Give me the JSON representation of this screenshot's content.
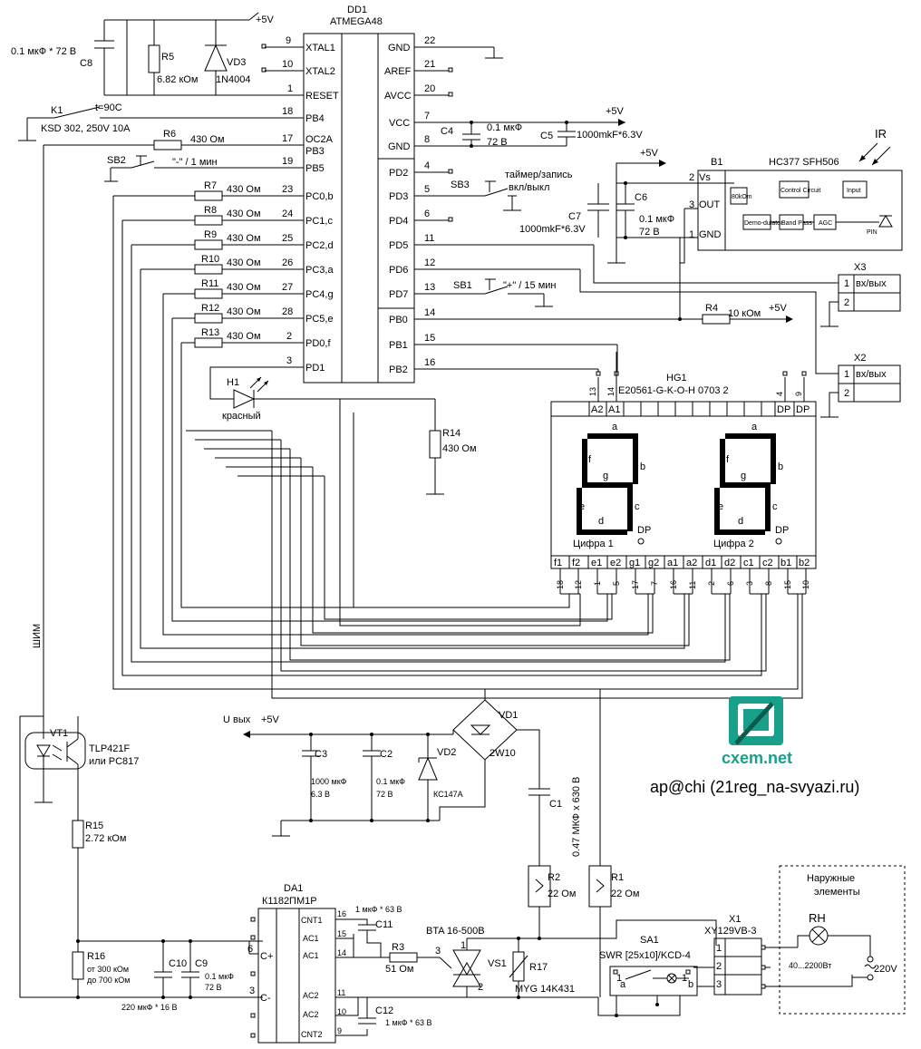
{
  "mcu": {
    "name": "DD1",
    "type": "ATMEGA48",
    "pins_left": [
      {
        "num": "9",
        "label": "XTAL1"
      },
      {
        "num": "10",
        "label": "XTAL2"
      },
      {
        "num": "1",
        "label": "RESET"
      },
      {
        "num": "18",
        "label": "PB4"
      },
      {
        "num": "17",
        "label": "OC2A"
      },
      {
        "num": "",
        "label": "PB3"
      },
      {
        "num": "19",
        "label": "PB5"
      },
      {
        "num": "23",
        "label": "PC0,b"
      },
      {
        "num": "24",
        "label": "PC1,c"
      },
      {
        "num": "25",
        "label": "PC2,d"
      },
      {
        "num": "26",
        "label": "PC3,a"
      },
      {
        "num": "27",
        "label": "PC4,g"
      },
      {
        "num": "28",
        "label": "PC5,e"
      },
      {
        "num": "2",
        "label": "PD0,f"
      },
      {
        "num": "3",
        "label": "PD1"
      }
    ],
    "pins_right": [
      {
        "num": "22",
        "label": "GND"
      },
      {
        "num": "21",
        "label": "AREF"
      },
      {
        "num": "20",
        "label": "AVCC"
      },
      {
        "num": "7",
        "label": "VCC"
      },
      {
        "num": "8",
        "label": "GND"
      },
      {
        "num": "4",
        "label": "PD2"
      },
      {
        "num": "5",
        "label": "PD3"
      },
      {
        "num": "6",
        "label": "PD4"
      },
      {
        "num": "11",
        "label": "PD5"
      },
      {
        "num": "12",
        "label": "PD6"
      },
      {
        "num": "13",
        "label": "PD7"
      },
      {
        "num": "14",
        "label": "PB0"
      },
      {
        "num": "15",
        "label": "PB1"
      },
      {
        "num": "16",
        "label": "PB2"
      }
    ]
  },
  "power_top": "+5V",
  "c8": {
    "name": "C8",
    "value": "0.1 мкФ * 72 В"
  },
  "r5": {
    "name": "R5",
    "value": "6.82 кОм"
  },
  "vd3": {
    "name": "VD3",
    "part": "1N4004"
  },
  "k1": {
    "name": "K1",
    "temp": "t=90C",
    "part": "KSD 302, 250V 10A"
  },
  "r6": {
    "name": "R6",
    "value": "430 Ом"
  },
  "sb2": {
    "name": "SB2",
    "label": "\"-\" / 1 мин"
  },
  "resistors": [
    {
      "name": "R7",
      "value": "430 Ом"
    },
    {
      "name": "R8",
      "value": "430 Ом"
    },
    {
      "name": "R9",
      "value": "430 Ом"
    },
    {
      "name": "R10",
      "value": "430 Ом"
    },
    {
      "name": "R11",
      "value": "430 Ом"
    },
    {
      "name": "R12",
      "value": "430 Ом"
    },
    {
      "name": "R13",
      "value": "430 Ом"
    }
  ],
  "h1": {
    "name": "H1",
    "color": "красный"
  },
  "r14": {
    "name": "R14",
    "value": "430 Ом"
  },
  "vcc_caps": {
    "c4": {
      "name": "C4",
      "value": "0.1 мкФ",
      "voltage": "72 В"
    },
    "c5": {
      "name": "C5",
      "value": "1000mkF*6.3V"
    },
    "supply": "+5V"
  },
  "sb3": {
    "name": "SB3",
    "label1": "таймер/запись",
    "label2": "вкл/выкл"
  },
  "sb1": {
    "name": "SB1",
    "label": "\"+\" / 15 мин"
  },
  "r4": {
    "name": "R4",
    "value": "10 кОм",
    "supply": "+5V"
  },
  "ir": {
    "name": "B1",
    "part": "HC377 SFH506",
    "supply": "+5V",
    "label_ir": "IR",
    "pin_vs": "Vs",
    "pin_out": "OUT",
    "pin_gnd": "GND",
    "num_vs": "2",
    "num_out": "3",
    "num_gnd": "1",
    "blocks": [
      "80kOm",
      "Control Circuit",
      "Input",
      "Demo-dulator",
      "Band Pass",
      "AGC",
      "PIN"
    ]
  },
  "c7": {
    "name": "C7",
    "value": "1000mkF*6.3V"
  },
  "c6": {
    "name": "C6",
    "value": "0.1 мкФ",
    "voltage": "72 В"
  },
  "x3": {
    "name": "X3",
    "pin1": "1",
    "pin2": "2",
    "label": "вх/вых"
  },
  "x2": {
    "name": "X2",
    "pin1": "1",
    "pin2": "2",
    "label": "вх/вых"
  },
  "display": {
    "name": "HG1",
    "part": "E20561-G-K-O-H 0703 2",
    "top_pins": [
      "13",
      "14",
      "4",
      "9"
    ],
    "top_labels": [
      "A2",
      "A1",
      "DP",
      "DP"
    ],
    "digit1": "Цифра 1",
    "digit2": "Цифра 2",
    "seg_letters": [
      "a",
      "b",
      "c",
      "d",
      "e",
      "f",
      "g",
      "DP"
    ],
    "bottom_labels": [
      "f1",
      "f2",
      "e1",
      "e2",
      "g1",
      "g2",
      "a1",
      "a2",
      "d1",
      "d2",
      "c1",
      "c2",
      "b1",
      "b2"
    ],
    "bottom_pins": [
      "18",
      "12",
      "1",
      "5",
      "17",
      "7",
      "16",
      "11",
      "2",
      "6",
      "3",
      "8",
      "15",
      "10"
    ]
  },
  "pwm_label": "ШИМ",
  "vt1": {
    "name": "VT1",
    "part1": "TLP421F",
    "part2": "или PC817"
  },
  "r15": {
    "name": "R15",
    "value": "2.72 кОм"
  },
  "r16": {
    "name": "R16",
    "value1": "от 300 кОм",
    "value2": "до 700 кОм"
  },
  "c10": {
    "name": "C10"
  },
  "c9": {
    "name": "C9",
    "value": "0.1 мкФ",
    "voltage": "72 В"
  },
  "c10_value": "220 мкФ * 16 В",
  "psu": {
    "u_out": "U вых",
    "supply": "+5V",
    "c3": {
      "name": "C3",
      "value": "1000 мкФ",
      "voltage": "6.3 В"
    },
    "c2": {
      "name": "C2",
      "value": "0.1 мкФ",
      "voltage": "72 В"
    },
    "vd2": {
      "name": "VD2",
      "part": "КС147А"
    },
    "vd1": {
      "name": "VD1",
      "part": "2W10"
    },
    "c1": {
      "name": "C1",
      "value": "0.47 МКФ x 630 В"
    }
  },
  "r2": {
    "name": "R2",
    "value": "22 Ом"
  },
  "r1": {
    "name": "R1",
    "value": "22 Ом"
  },
  "da1": {
    "name": "DA1",
    "part": "К1182ПМ1Р",
    "pins_left": [
      {
        "num": "6",
        "label": "C+"
      },
      {
        "num": "3",
        "label": "C-"
      }
    ],
    "pins_right": [
      {
        "num": "16",
        "label": "CNT1"
      },
      {
        "num": "15",
        "label": "AC1"
      },
      {
        "num": "14",
        "label": "AC1"
      },
      {
        "num": "11",
        "label": "AC2"
      },
      {
        "num": "10",
        "label": "AC2"
      },
      {
        "num": "9",
        "label": "CNT2"
      }
    ]
  },
  "c11": {
    "name": "C11",
    "value": "1 мкФ * 63 В"
  },
  "c12": {
    "name": "C12",
    "value": "1 мкФ * 63 В"
  },
  "r3": {
    "name": "R3",
    "value": "51 Ом"
  },
  "triac": {
    "name": "VS1",
    "part": "BTA 16-500B",
    "pin1": "1",
    "pin2": "2",
    "pin3": "3"
  },
  "r17": {
    "name": "R17",
    "part": "MYG 14K431"
  },
  "sa1": {
    "name": "SA1",
    "part": "SWR [25x10]/KCD-4",
    "a": "a",
    "b": "b",
    "ia": "1",
    "ib": "1"
  },
  "x1": {
    "name": "X1",
    "part": "XY129VB-3",
    "pins": [
      "1",
      "2",
      "3"
    ]
  },
  "ext": {
    "title1": "Наружные",
    "title2": "элементы",
    "rh": "RH",
    "power": "40...2200Вт",
    "voltage": "220V"
  },
  "watermark": {
    "site": "cxem.net",
    "author": "ap@chi (21reg_na-svyazi.ru)"
  }
}
